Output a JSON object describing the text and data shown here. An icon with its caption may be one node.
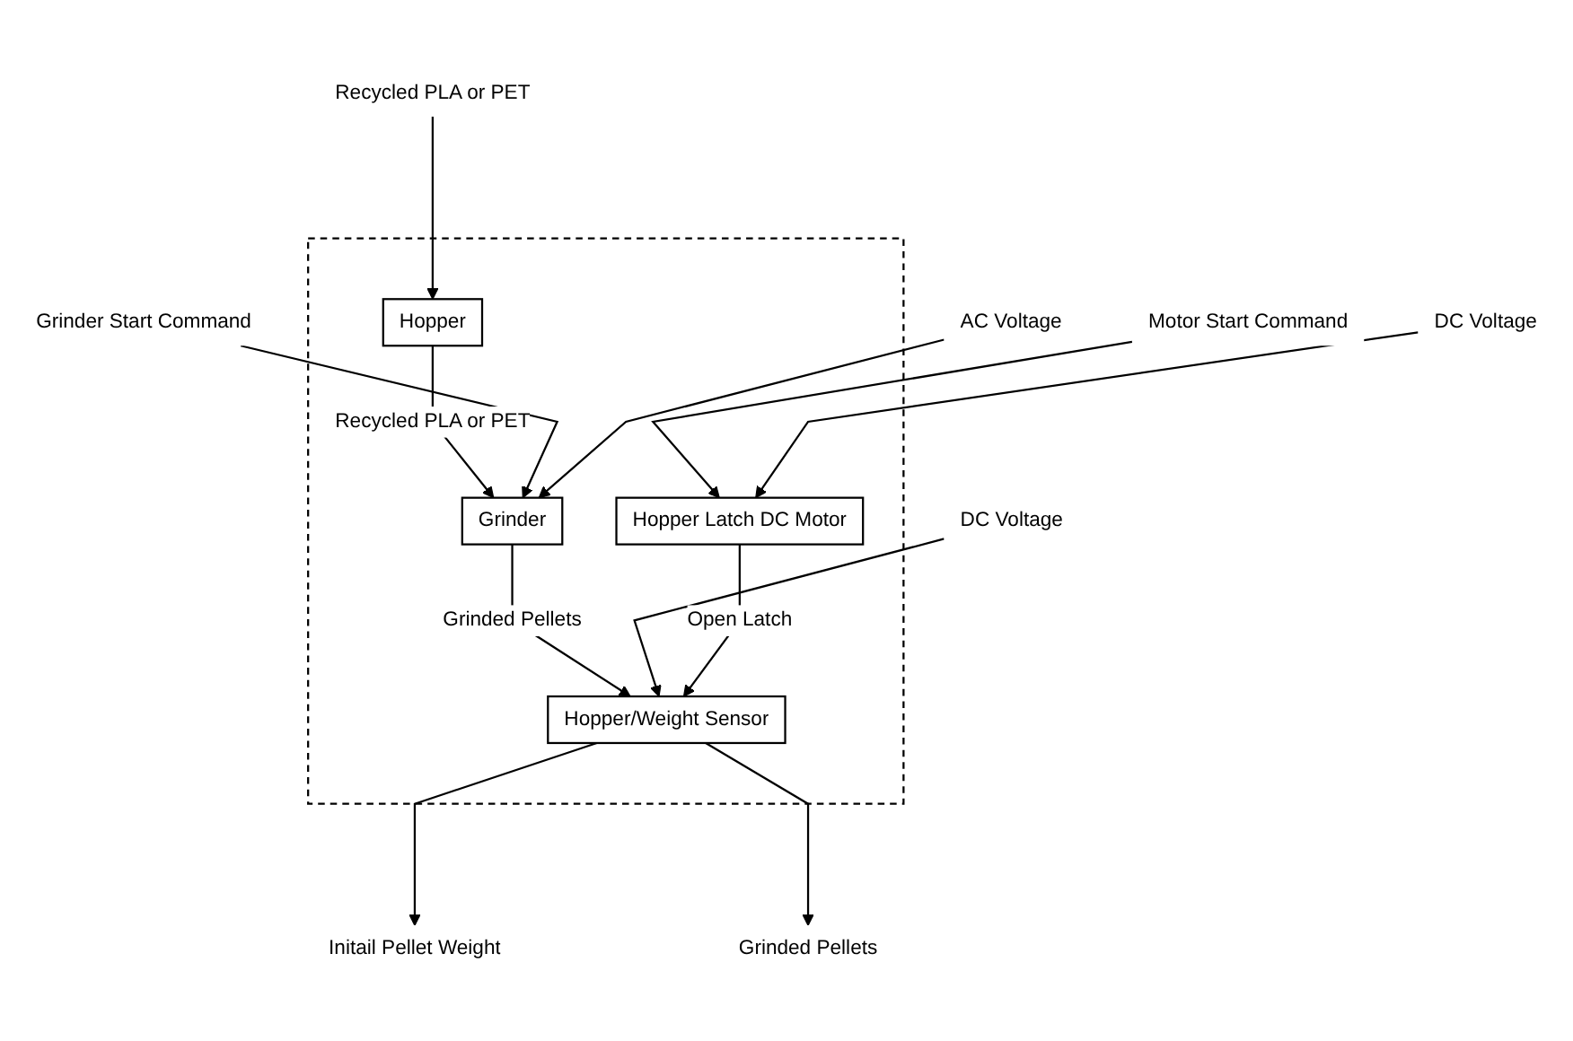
{
  "diagram": {
    "nodes": [
      {
        "text": [],
        "shape": "box"
      },
      {
        "text": [
          "Recycled PLA or PET"
        ]
      },
      {
        "text": [
          "Hopper"
        ],
        "in": 0
      },
      {
        "text": [
          "Grinder Start Command"
        ]
      },
      {
        "text": [
          "Grinder"
        ],
        "in": 0
      },
      {
        "text": [
          "AC Voltage"
        ]
      },
      {
        "text": [
          "DC Voltage"
        ]
      },
      {
        "text": [
          "Hopper/Weight Sensor"
        ],
        "in": 0
      },
      {
        "text": [
          "Hopper Latch DC Motor"
        ],
        "in": 0
      },
      {
        "text": [
          "Motor Start Command"
        ]
      },
      {
        "text": [
          "Initail Pellet Weight"
        ]
      },
      {
        "text": [
          "DC Voltage"
        ]
      },
      {
        "text": [
          "Grinded Pellets"
        ]
      }
    ],
    "edges": [
      {
        "from": 1,
        "to": 2,
        "arrow": "to"
      },
      {
        "from": 2,
        "to": 4,
        "arrow": "to",
        "label": "Recycled PLA or PET"
      },
      {
        "from": 3,
        "to": 4,
        "arrow": "to"
      },
      {
        "from": 5,
        "to": 4,
        "arrow": "to"
      },
      {
        "from": 4,
        "to": 7,
        "arrow": "to",
        "label": "Grinded Pellets"
      },
      {
        "from": 6,
        "to": 7,
        "arrow": "to"
      },
      {
        "from": 8,
        "to": 7,
        "arrow": "to",
        "label": "Open Latch"
      },
      {
        "from": 9,
        "to": 8,
        "arrow": "to"
      },
      {
        "from": 11,
        "to": 8,
        "arrow": "to"
      },
      {
        "from": 7,
        "to": 10,
        "arrow": "to"
      },
      {
        "from": 7,
        "to": 12,
        "arrow": "to"
      }
    ]
  }
}
